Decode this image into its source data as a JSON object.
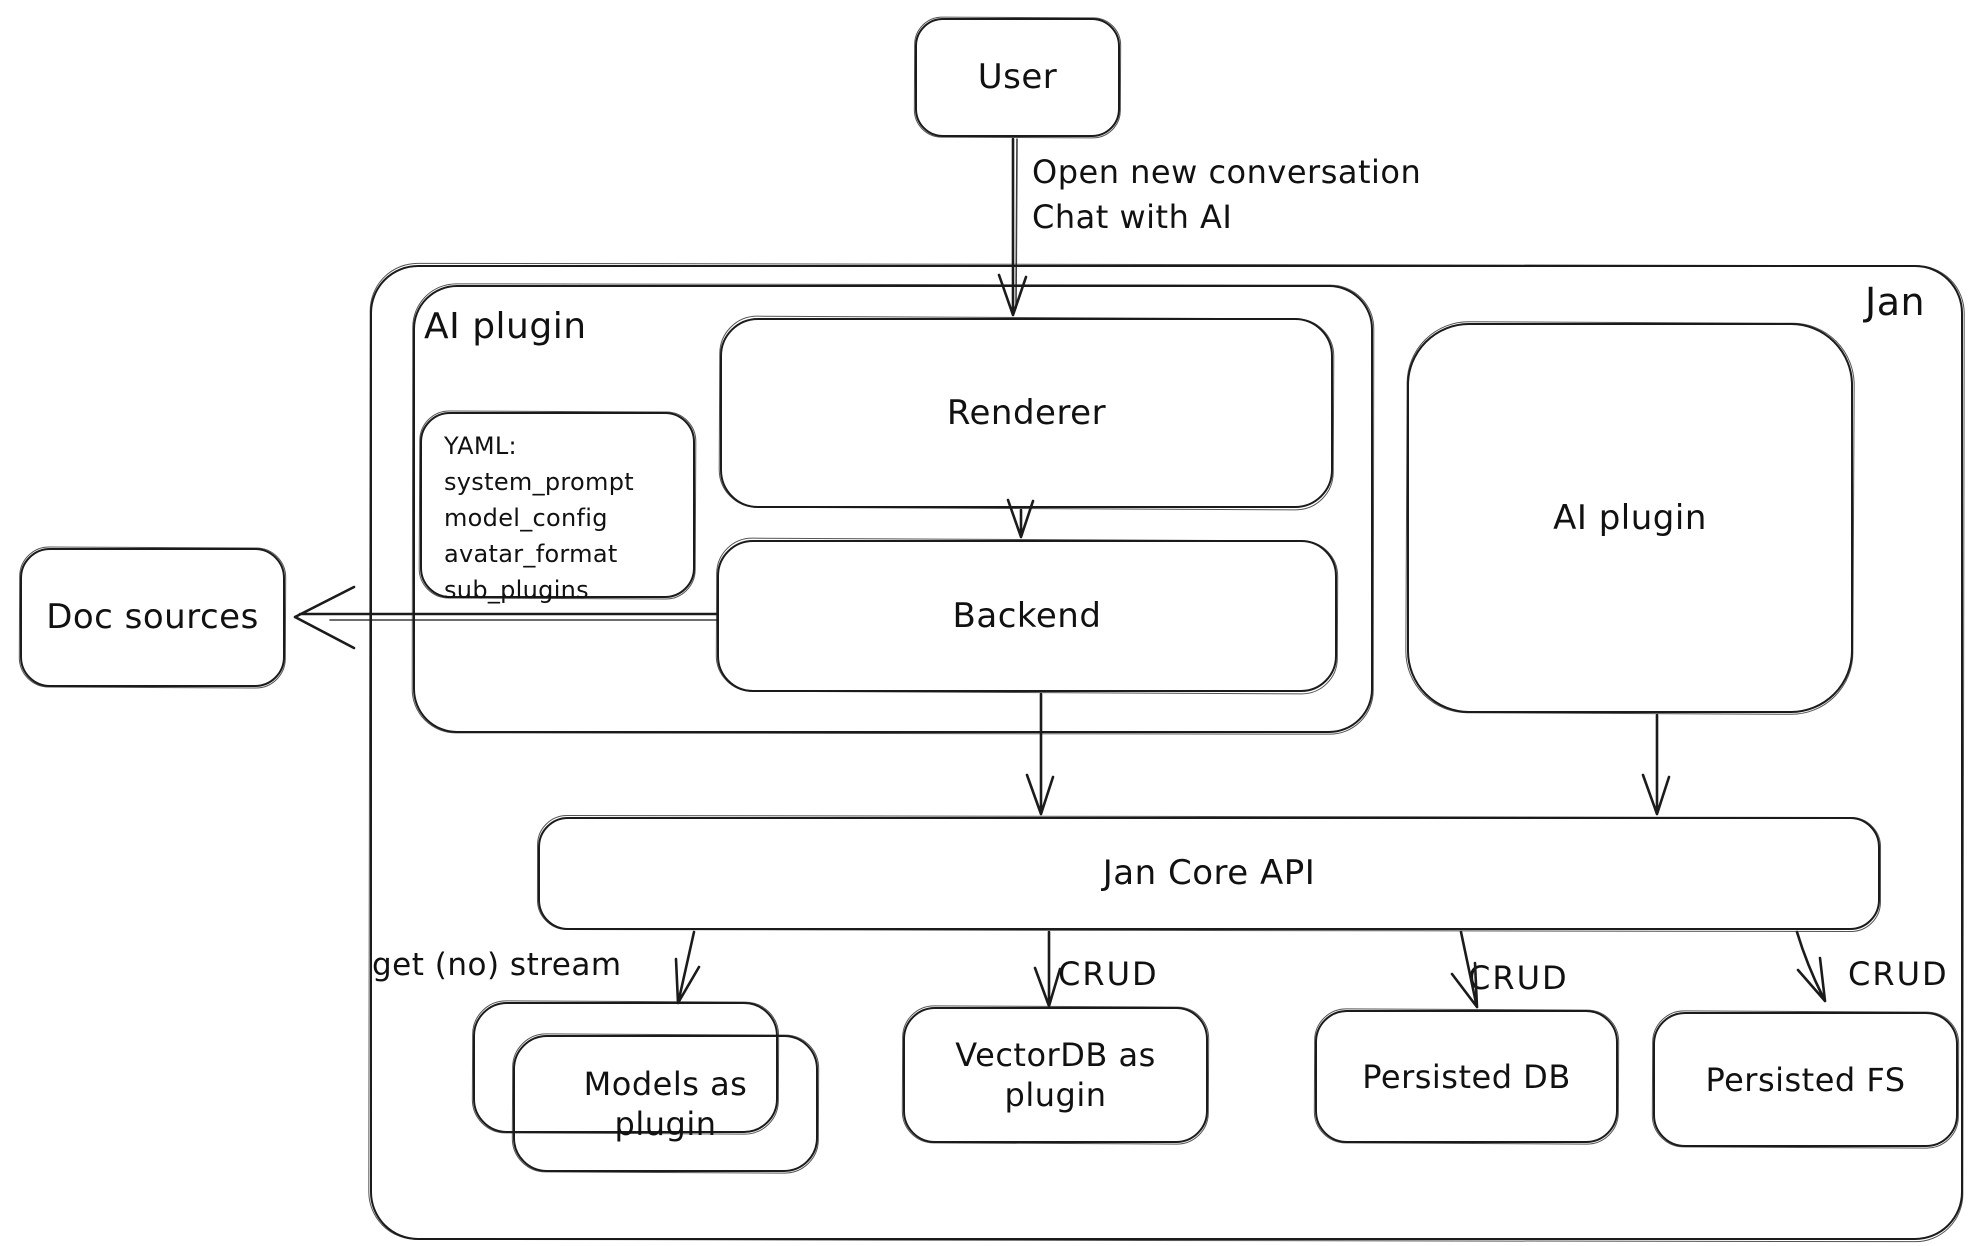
{
  "diagram": {
    "background": "#ffffff",
    "stroke_color": "#1b1b1b",
    "outer_container_label": "Jan",
    "nodes": {
      "user": {
        "label": "User"
      },
      "ai_plugin_container": {
        "label": "AI plugin"
      },
      "renderer": {
        "label": "Renderer"
      },
      "backend": {
        "label": "Backend"
      },
      "yaml_note": {
        "lines": [
          "YAML:",
          "system_prompt",
          "model_config",
          "avatar_format",
          "sub_plugins"
        ]
      },
      "ai_plugin_right": {
        "label": "AI plugin"
      },
      "doc_sources": {
        "label": "Doc sources"
      },
      "jan_core_api": {
        "label": "Jan Core API"
      },
      "models_as_plugin": {
        "label": "Models as plugin"
      },
      "vectordb_as_plugin": {
        "label": "VectorDB as plugin"
      },
      "persisted_db": {
        "label": "Persisted DB"
      },
      "persisted_fs": {
        "label": "Persisted FS"
      }
    },
    "edges": {
      "user_to_renderer": {
        "label_line1": "Open new conversation",
        "label_line2": "Chat with AI"
      },
      "core_to_models": {
        "label": "get (no) stream"
      },
      "core_to_vectordb": {
        "label": "CRUD"
      },
      "core_to_persisted_db": {
        "label": "CRUD"
      },
      "core_to_persisted_fs": {
        "label": "CRUD"
      }
    }
  }
}
